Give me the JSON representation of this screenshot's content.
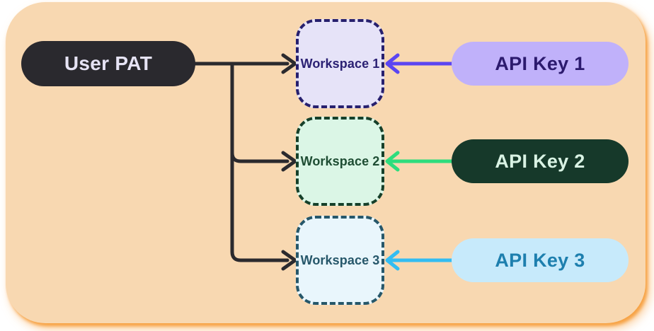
{
  "diagram": {
    "type": "flow-diagram",
    "description_visible_only": "User PAT fans out to three workspaces; each workspace receives one API key"
  },
  "nodes": {
    "user_pat": {
      "label": "User PAT"
    },
    "workspaces": [
      {
        "label": "Workspace 1"
      },
      {
        "label": "Workspace 2"
      },
      {
        "label": "Workspace 3"
      }
    ],
    "api_keys": [
      {
        "label": "API Key 1"
      },
      {
        "label": "API Key 2"
      },
      {
        "label": "API Key 3"
      }
    ]
  },
  "colors": {
    "container_bg": "#F8D8B1",
    "container_glow": "#F7A243",
    "connector_dark": "#2B2A2E",
    "user_pat_bg": "#2A292E",
    "user_pat_text": "#E6E3F4",
    "ws1_bg": "#E6E3F8",
    "ws1_border": "#27206E",
    "ws1_text": "#2B2173",
    "ws2_bg": "#DBF6E6",
    "ws2_border": "#16402A",
    "ws2_text": "#1E4D33",
    "ws3_bg": "#E9F6FC",
    "ws3_border": "#26576A",
    "ws3_text": "#26576A",
    "key1_bg": "#C0B1FA",
    "key1_text": "#2C1A6E",
    "key2_bg": "#16392A",
    "key2_text": "#D9F3E4",
    "key3_bg": "#C7EAFB",
    "key3_text": "#1D7FAE",
    "arrow1": "#5B45F2",
    "arrow2": "#2EDD7D",
    "arrow3": "#33BDF2"
  }
}
